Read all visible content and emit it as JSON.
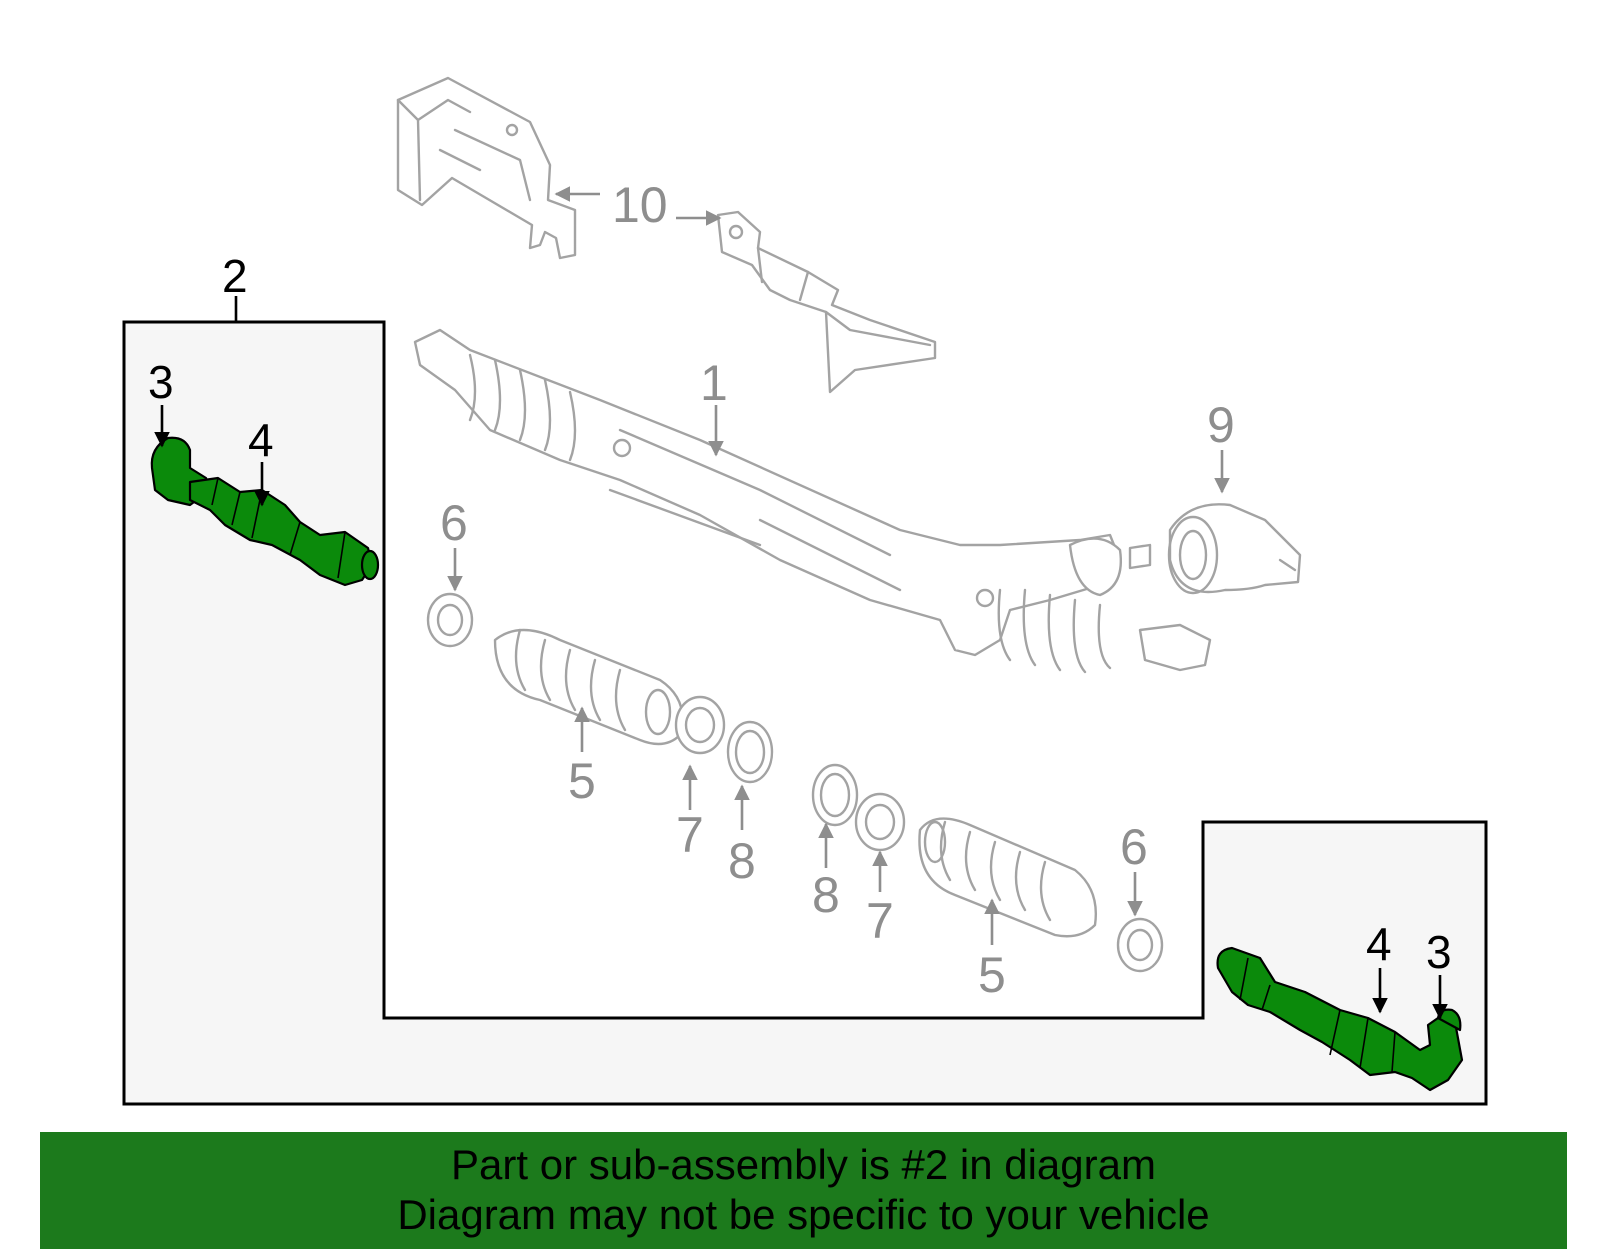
{
  "callouts": {
    "steering_gear": "1",
    "tie_rod_assembly": "2",
    "outer_tie_rod_left": "3",
    "inner_tie_rod_left": "4",
    "outer_tie_rod_right": "3",
    "inner_tie_rod_right": "4",
    "boot_upper": "5",
    "boot_lower": "5",
    "clamp_upper": "6",
    "clamp_lower": "6",
    "clamp_inner_upper": "7",
    "clamp_inner_lower": "7",
    "ring_upper": "8",
    "ring_lower": "8",
    "cover_9": "9",
    "shield_10": "10"
  },
  "footer": {
    "line1": "Part or sub-assembly is #2 in diagram",
    "line2": "Diagram may not be specific to your vehicle"
  },
  "colors": {
    "highlight_part": "#0b8a0b",
    "banner": "#1c7a1c",
    "group_background": "#f6f6f6",
    "line_art": "#a3a3a3"
  }
}
